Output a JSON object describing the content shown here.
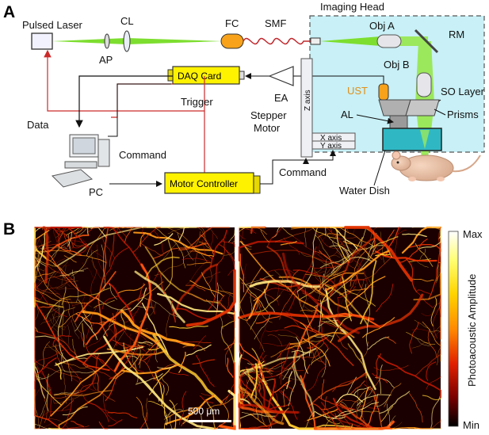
{
  "panel_a": {
    "letter": "A",
    "labels": {
      "pulsed_laser": "Pulsed Laser",
      "cl": "CL",
      "ap": "AP",
      "fc": "FC",
      "smf": "SMF",
      "imaging_head": "Imaging Head",
      "obj_a": "Obj A",
      "rm": "RM",
      "obj_b": "Obj B",
      "daq_card": "DAQ Card",
      "ea": "EA",
      "trigger": "Trigger",
      "data": "Data",
      "ust": "UST",
      "so_layer": "SO Layer",
      "al": "AL",
      "prisms": "Prisms",
      "stepper_motor_line1": "Stepper",
      "stepper_motor_line2": "Motor",
      "z_axis": "Z axis",
      "x_axis": "X axis",
      "y_axis": "Y axis",
      "command_left": "Command",
      "command_right": "Command",
      "pc": "PC",
      "motor_controller": "Motor Controller",
      "water_dish": "Water Dish"
    },
    "colors": {
      "laser_beam": "#7dde2f",
      "imaging_head_fill": "#c8f0f6",
      "signal_line": "#cc2a2a",
      "daq_fill": "#fff200",
      "fc_fill": "#f7a21a",
      "water": "#2fb8c4"
    }
  },
  "panel_b": {
    "letter": "B",
    "scale_bar": "500 μm",
    "colorbar": {
      "title": "Photoacoustic Amplitude",
      "max_label": "Max",
      "min_label": "Min",
      "stops": [
        "#ffffff",
        "#ffff70",
        "#ffd400",
        "#ff8a00",
        "#e02000",
        "#7a0000",
        "#000000"
      ]
    }
  }
}
